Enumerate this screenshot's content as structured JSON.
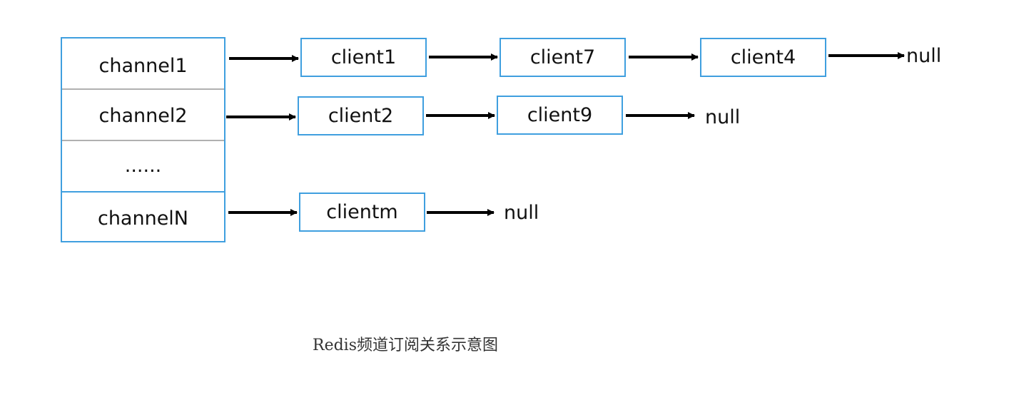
{
  "channels": [
    "channel1",
    "channel2",
    "......",
    "channelN"
  ],
  "chains": [
    {
      "channel": "channel1",
      "clients": [
        "client1",
        "client7",
        "client4"
      ],
      "terminal": "null"
    },
    {
      "channel": "channel2",
      "clients": [
        "client2",
        "client9"
      ],
      "terminal": "null"
    },
    {
      "channel": "channelN",
      "clients": [
        "clientm"
      ],
      "terminal": "null"
    }
  ],
  "caption": "Redis频道订阅关系示意图",
  "colors": {
    "box_border": "#3f9fdf",
    "divider": "#b0b0b0",
    "arrow": "#000000",
    "text": "#111111"
  }
}
